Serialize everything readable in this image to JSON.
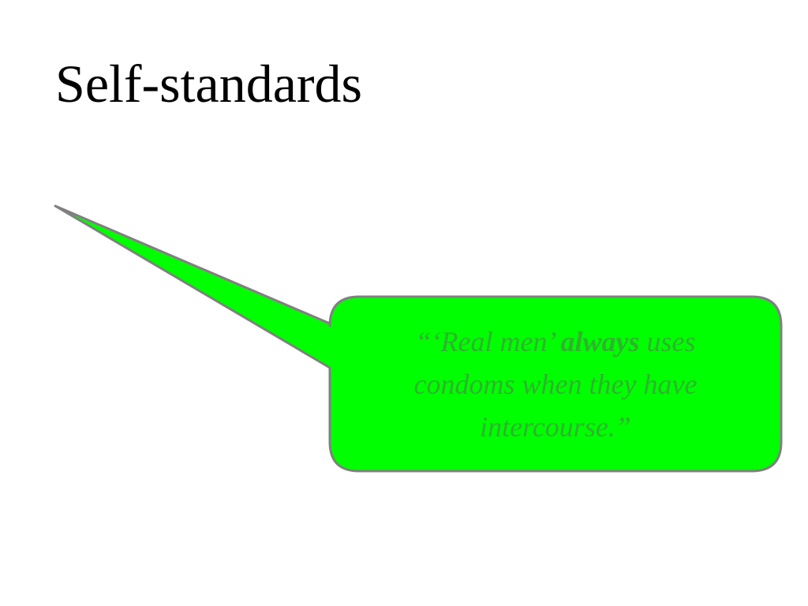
{
  "slide": {
    "title": "Self-standards",
    "callout": {
      "text_before": "“‘Real men’ ",
      "text_emphasis": "always",
      "text_after": " uses condoms when they have intercourse.”",
      "fill_color": "#00ff00",
      "stroke_color": "#808080",
      "text_color": "#2fb32f"
    }
  }
}
